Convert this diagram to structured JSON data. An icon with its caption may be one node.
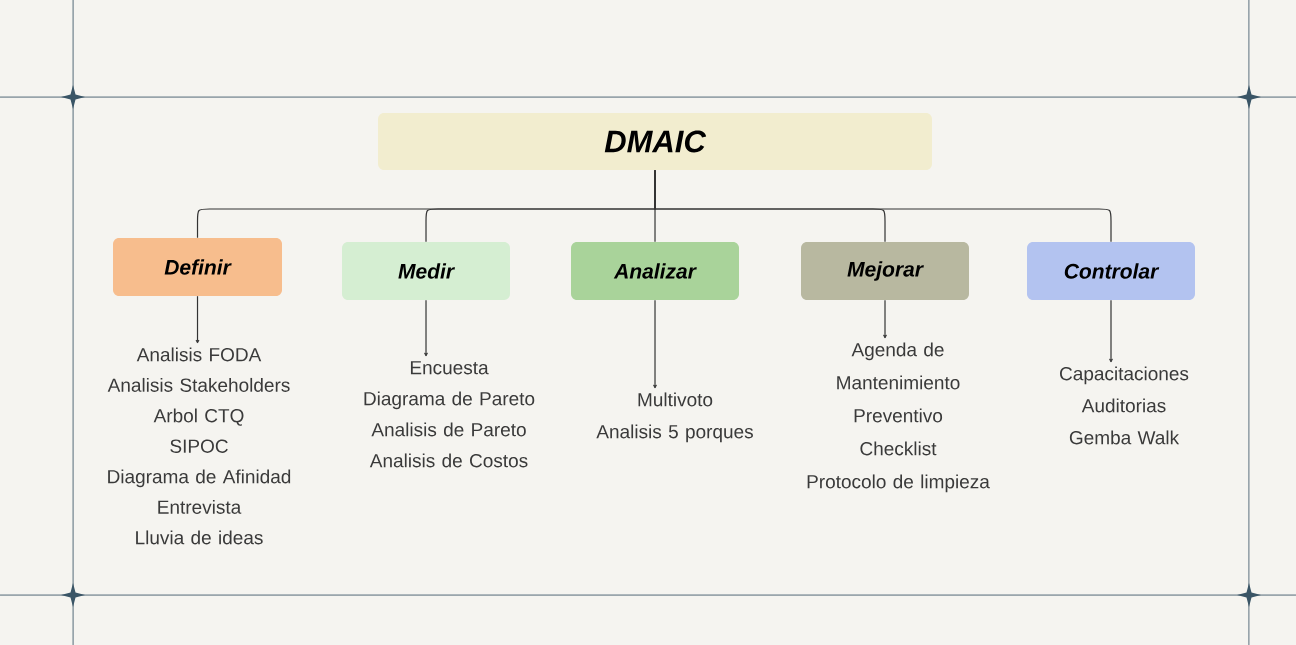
{
  "diagram": {
    "nodes": [
      {
        "text": [
          "DMAIC"
        ]
      },
      {
        "text": [
          "Definir"
        ]
      },
      {
        "text": [
          "Medir"
        ]
      },
      {
        "text": [
          "Analizar"
        ]
      },
      {
        "text": [
          "Mejorar"
        ]
      },
      {
        "text": [
          "Controlar"
        ]
      },
      {
        "text": [
          "Analisis FODA",
          "Analisis Stakeholders",
          "Arbol CTQ",
          "SIPOC",
          "Diagrama de Afinidad",
          "Entrevista",
          "Lluvia de ideas"
        ]
      },
      {
        "text": [
          "Encuesta",
          "Diagrama de Pareto",
          "Analisis de Pareto",
          "Analisis de Costos"
        ]
      },
      {
        "text": [
          "Multivoto",
          "Analisis 5 porques"
        ]
      },
      {
        "text": [
          "Agenda de Mantenimiento Preventivo",
          "Checklist",
          "Protocolo de limpieza"
        ]
      },
      {
        "text": [
          "Capacitaciones",
          "Auditorias",
          "Gemba Walk"
        ]
      }
    ],
    "edges": [
      {
        "from": 0,
        "to": 1,
        "arrow": "none"
      },
      {
        "from": 0,
        "to": 2,
        "arrow": "none"
      },
      {
        "from": 0,
        "to": 3,
        "arrow": "none"
      },
      {
        "from": 0,
        "to": 4,
        "arrow": "none"
      },
      {
        "from": 0,
        "to": 5,
        "arrow": "none"
      },
      {
        "from": 1,
        "to": 6,
        "arrow": "to"
      },
      {
        "from": 2,
        "to": 7,
        "arrow": "to"
      },
      {
        "from": 3,
        "to": 8,
        "arrow": "to"
      },
      {
        "from": 4,
        "to": 9,
        "arrow": "to"
      },
      {
        "from": 5,
        "to": 10,
        "arrow": "to"
      }
    ]
  }
}
